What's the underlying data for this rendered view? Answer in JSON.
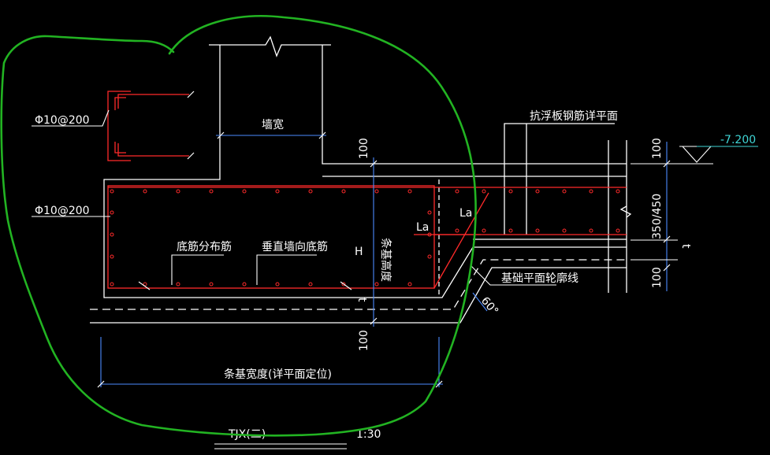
{
  "labels": {
    "wall_width": "墙宽",
    "bottom_dist_bar": "底筋分布筋",
    "vert_wall_bar": "垂直墙向底筋",
    "rebar_top": "Φ10@200",
    "rebar_left": "Φ10@200",
    "strip_height": "条基高度",
    "h_label": "H",
    "la_left": "La",
    "la_right": "La",
    "anti_float": "抗浮板钢筋详平面",
    "elevation": "-7.200",
    "outline_note": "基础平面轮廓线",
    "angle": "60°",
    "strip_width": "条基宽度(详平面定位)",
    "title": "TJX(二)",
    "scale": "1:30",
    "t_right": "t",
    "t_left": "t"
  },
  "dimensions": {
    "d100_top": "100",
    "d100_bottom": "100",
    "d100_right_top": "100",
    "d350_450": "350/450",
    "d100_right_bottom": "100"
  },
  "colors": {
    "background": "#000000",
    "line_white": "#ffffff",
    "rebar_red": "#ff2a2a",
    "dim_blue": "#4b8bff",
    "annotation_green": "#22b322",
    "elevation_cyan": "#3fd6d6"
  }
}
